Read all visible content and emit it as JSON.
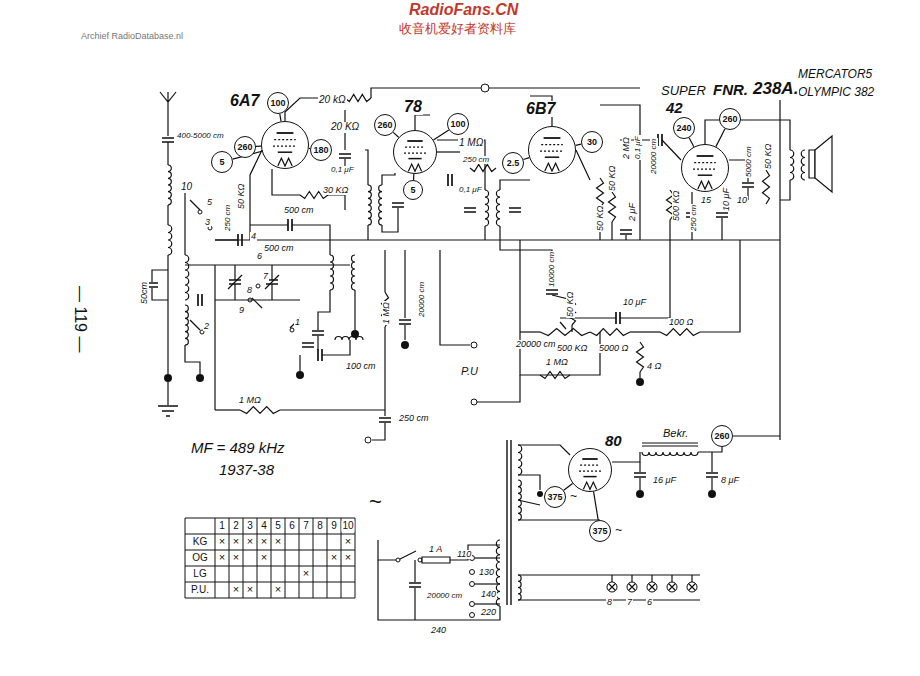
{
  "diagram": {
    "nodes": [
      {
        "text": [
          "6A7"
        ]
      },
      {
        "text": [
          "78"
        ]
      },
      {
        "text": [
          "6B7"
        ]
      },
      {
        "text": [
          "42"
        ]
      },
      {
        "text": [
          "80"
        ]
      },
      {
        "text": [
          "100"
        ]
      },
      {
        "text": [
          "260"
        ]
      },
      {
        "text": [
          "180"
        ]
      },
      {
        "text": [
          "5"
        ]
      },
      {
        "text": [
          "260"
        ]
      },
      {
        "text": [
          "100"
        ]
      },
      {
        "text": [
          "5"
        ]
      },
      {
        "text": [
          "2.5"
        ]
      },
      {
        "text": [
          "30"
        ]
      },
      {
        "text": [
          "240"
        ]
      },
      {
        "text": [
          "260"
        ]
      },
      {
        "text": [
          "260"
        ]
      },
      {
        "text": [
          "375"
        ]
      },
      {
        "text": [
          "375"
        ]
      }
    ],
    "edges": [
      {
        "from": 5,
        "to": 0,
        "arrow": "none"
      },
      {
        "from": 6,
        "to": 0,
        "arrow": "none"
      },
      {
        "from": 7,
        "to": 0,
        "arrow": "none"
      },
      {
        "from": 8,
        "to": 0,
        "arrow": "none"
      },
      {
        "from": 9,
        "to": 1,
        "arrow": "none"
      },
      {
        "from": 10,
        "to": 1,
        "arrow": "none"
      },
      {
        "from": 11,
        "to": 1,
        "arrow": "none"
      },
      {
        "from": 12,
        "to": 2,
        "arrow": "none"
      },
      {
        "from": 13,
        "to": 2,
        "arrow": "none"
      },
      {
        "from": 14,
        "to": 3,
        "arrow": "none"
      },
      {
        "from": 15,
        "to": 3,
        "arrow": "none"
      },
      {
        "from": 17,
        "to": 4,
        "arrow": "none"
      },
      {
        "from": 18,
        "to": 4,
        "arrow": "none"
      }
    ],
    "labels": [
      "RadioFans.CN",
      "收音机爱好者资料库",
      "Archief RadioDatabase.nl",
      "MERCATOR5",
      "OLYMPIC 382",
      "SUPER",
      "FNR.",
      "238A.",
      "400-5000 cm",
      "10",
      "50cm",
      "20 kΩ",
      "20 KΩ",
      "0,1 μF",
      "50 KΩ",
      "250 cm",
      "30 KΩ",
      "500 cm",
      "500 cm",
      "1 MΩ",
      "250 cm",
      "0,1 μF",
      "2 MΩ",
      "0,1 μF",
      "20000 cm",
      "50 KΩ",
      "50 KΩ",
      "2 μF",
      "500 KΩ",
      "250 cm",
      "15",
      "10 μF",
      "5000 cm",
      "10",
      "50 KΩ",
      "20000 cm",
      "1 MΩ",
      "100 cm",
      "10000 cm",
      "50 KΩ",
      "20000 cm",
      "500 KΩ",
      "5000 Ω",
      "10 μF",
      "100 Ω",
      "4 Ω",
      "1 MΩ",
      "P.U",
      "1 MΩ",
      "250 cm",
      "MF = 489 kHz",
      "1937-38",
      "Bekr.",
      "16 μF",
      "8 μF",
      "~",
      "~",
      "~",
      "1 A",
      "110",
      "130",
      "140",
      "220",
      "240",
      "20000 cm",
      "8",
      "7",
      "6",
      "— 119 —",
      "1",
      "2",
      "3",
      "4",
      "5",
      "6",
      "7",
      "8",
      "9",
      "1",
      "2",
      "3",
      "4",
      "5",
      "6",
      "7",
      "8",
      "9",
      "10",
      "KG",
      "OG",
      "LG",
      "P.U.",
      "×",
      "×",
      "×",
      "×",
      "×",
      "×",
      "×",
      "×",
      "×",
      "×",
      "×",
      "×",
      "×",
      "×",
      "×"
    ]
  }
}
